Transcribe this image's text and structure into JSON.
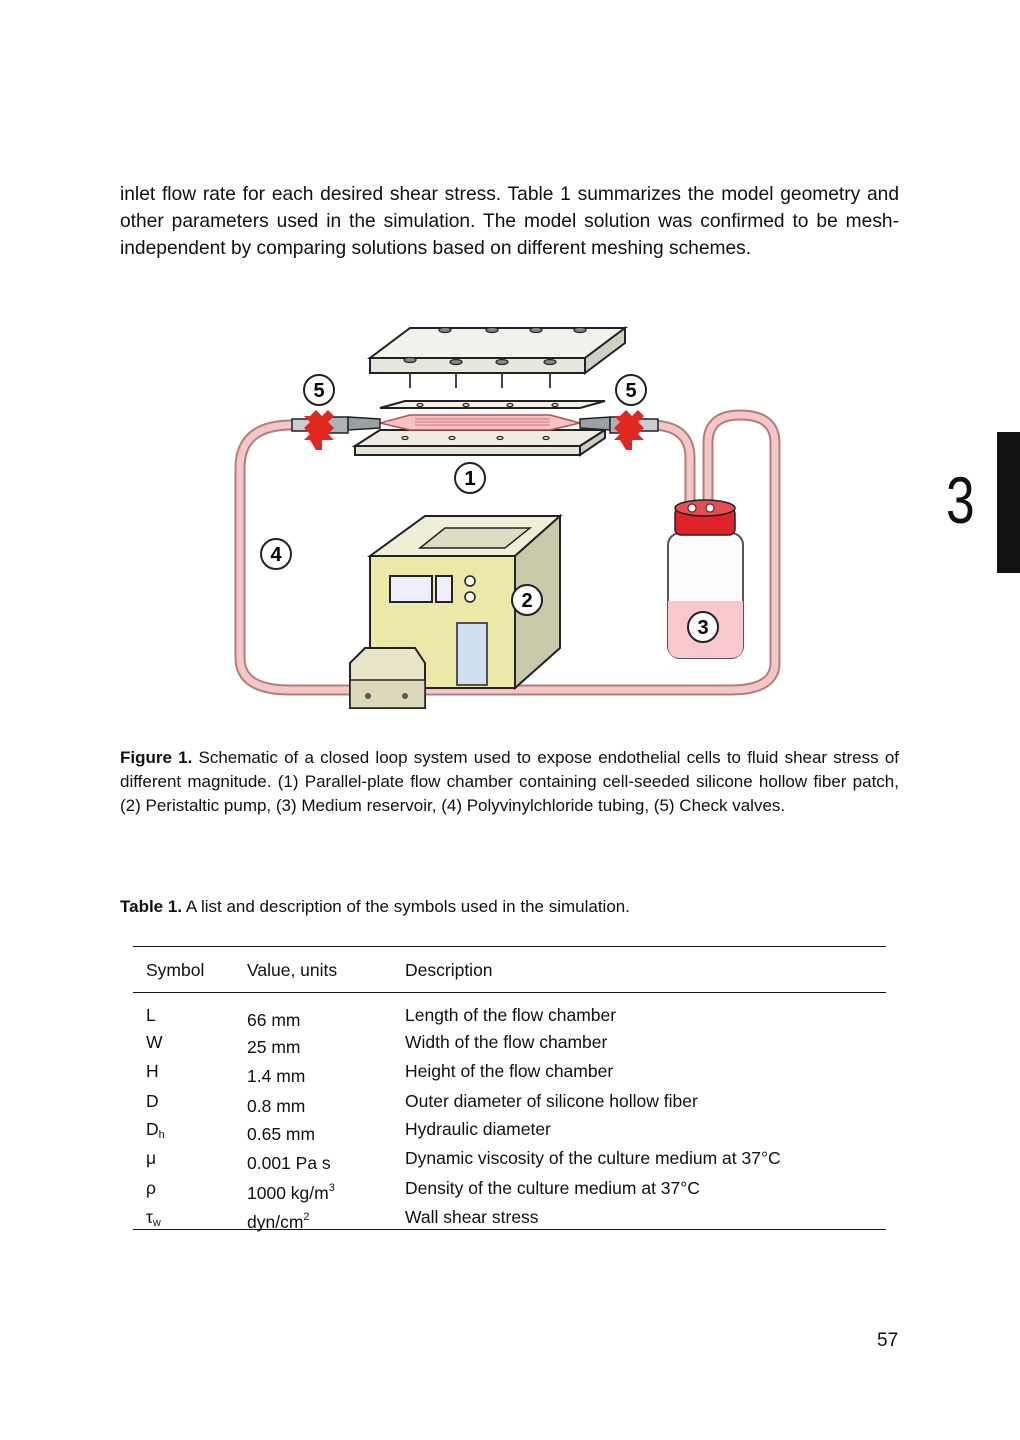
{
  "body_text": "inlet flow rate for each desired shear stress. Table 1 summarizes the model geometry and other parameters used in the simulation. The model solution was confirmed to be mesh-independent by comparing solutions based on different meshing schemes.",
  "figure": {
    "labels": [
      "1",
      "2",
      "3",
      "4",
      "5",
      "5"
    ],
    "caption_label": "Figure 1.",
    "caption_text": " Schematic of a closed loop system used to expose endothelial cells to fluid shear stress of different magnitude. (1) Parallel-plate flow chamber containing cell-seeded silicone hollow fiber patch, (2) Peristaltic pump, (3) Medium reservoir, (4) Polyvinylchloride tubing, (5) Check valves."
  },
  "table": {
    "caption_label": "Table 1.",
    "caption_text": " A list and description of the symbols used in the simulation.",
    "headers": [
      "Symbol",
      "Value, units",
      "Description"
    ],
    "rows": [
      {
        "symbol": "L",
        "symbol_sub": "",
        "value": "66 mm",
        "value_sup": "",
        "description": "Length of the flow chamber"
      },
      {
        "symbol": "W",
        "symbol_sub": "",
        "value": "25 mm",
        "value_sup": "",
        "description": "Width of the flow chamber"
      },
      {
        "symbol": "H",
        "symbol_sub": "",
        "value": "1.4 mm",
        "value_sup": "",
        "description": "Height of the flow chamber"
      },
      {
        "symbol": "D",
        "symbol_sub": "",
        "value": "0.8 mm",
        "value_sup": "",
        "description": "Outer diameter of silicone hollow fiber"
      },
      {
        "symbol": "D",
        "symbol_sub": "h",
        "value": "0.65 mm",
        "value_sup": "",
        "description": "Hydraulic diameter"
      },
      {
        "symbol": "μ",
        "symbol_sub": "",
        "value": "0.001 Pa s",
        "value_sup": "",
        "description": "Dynamic viscosity of the culture medium at 37°C"
      },
      {
        "symbol": "ρ",
        "symbol_sub": "",
        "value": "1000 kg/m",
        "value_sup": "3",
        "description": "Density of the culture medium at 37°C"
      },
      {
        "symbol": "τ",
        "symbol_sub": "w",
        "value": "dyn/cm",
        "value_sup": "2",
        "description": "Wall shear stress"
      }
    ]
  },
  "chapter_tab": "3",
  "page_number": "57",
  "colors": {
    "tubing": "#f4c6c6",
    "valve_arrow": "#e0281e",
    "pump_body": "#d8d8b0",
    "pump_panel": "#ece8a8",
    "reservoir_cap": "#e0232b",
    "medium": "#f7c8cc"
  }
}
